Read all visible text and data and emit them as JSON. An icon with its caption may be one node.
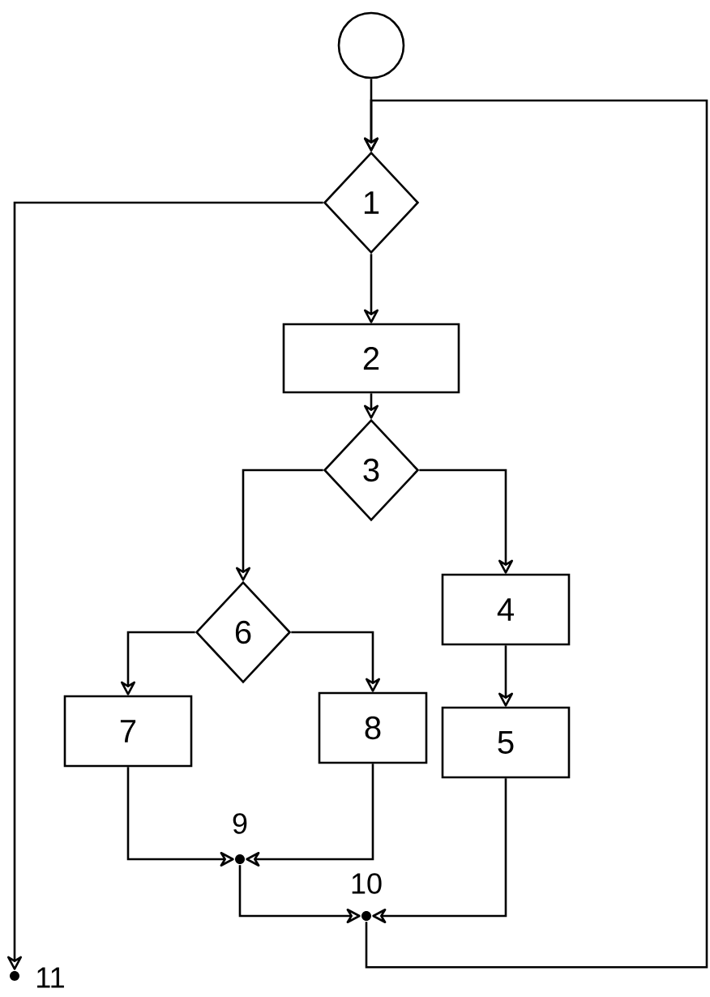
{
  "diagram": {
    "nodes": [
      {
        "text": [],
        "shape": "circle"
      },
      {
        "text": [
          "1"
        ]
      },
      {
        "text": [
          "2"
        ]
      },
      {
        "text": [
          "3"
        ]
      },
      {
        "text": [
          "6"
        ]
      },
      {
        "text": [
          "4"
        ]
      },
      {
        "text": [
          "7"
        ]
      },
      {
        "text": [
          "8"
        ]
      },
      {
        "text": [
          "5"
        ]
      },
      {
        "text": [],
        "shape": "dot",
        "beside": [
          "9"
        ]
      },
      {
        "text": [],
        "shape": "dot",
        "beside": [
          "10"
        ]
      },
      {
        "text": [],
        "shape": "dot",
        "beside": [
          "11"
        ]
      }
    ],
    "edges": [
      {
        "from": 0,
        "to": 1,
        "arrow": "to"
      },
      {
        "from": 1,
        "to": 2,
        "arrow": "to"
      },
      {
        "from": 2,
        "to": 3,
        "arrow": "to"
      },
      {
        "from": 3,
        "to": 4,
        "arrow": "to"
      },
      {
        "from": 3,
        "to": 5,
        "arrow": "to"
      },
      {
        "from": 4,
        "to": 6,
        "arrow": "to"
      },
      {
        "from": 4,
        "to": 7,
        "arrow": "to"
      },
      {
        "from": 5,
        "to": 8,
        "arrow": "to"
      },
      {
        "from": 6,
        "to": 9,
        "arrow": "to"
      },
      {
        "from": 7,
        "to": 9,
        "arrow": "to"
      },
      {
        "from": 9,
        "to": 10,
        "arrow": "to"
      },
      {
        "from": 8,
        "to": 10,
        "arrow": "to"
      },
      {
        "from": 10,
        "to": 1,
        "arrow": "to"
      },
      {
        "from": 1,
        "to": 11,
        "arrow": "to"
      }
    ]
  }
}
